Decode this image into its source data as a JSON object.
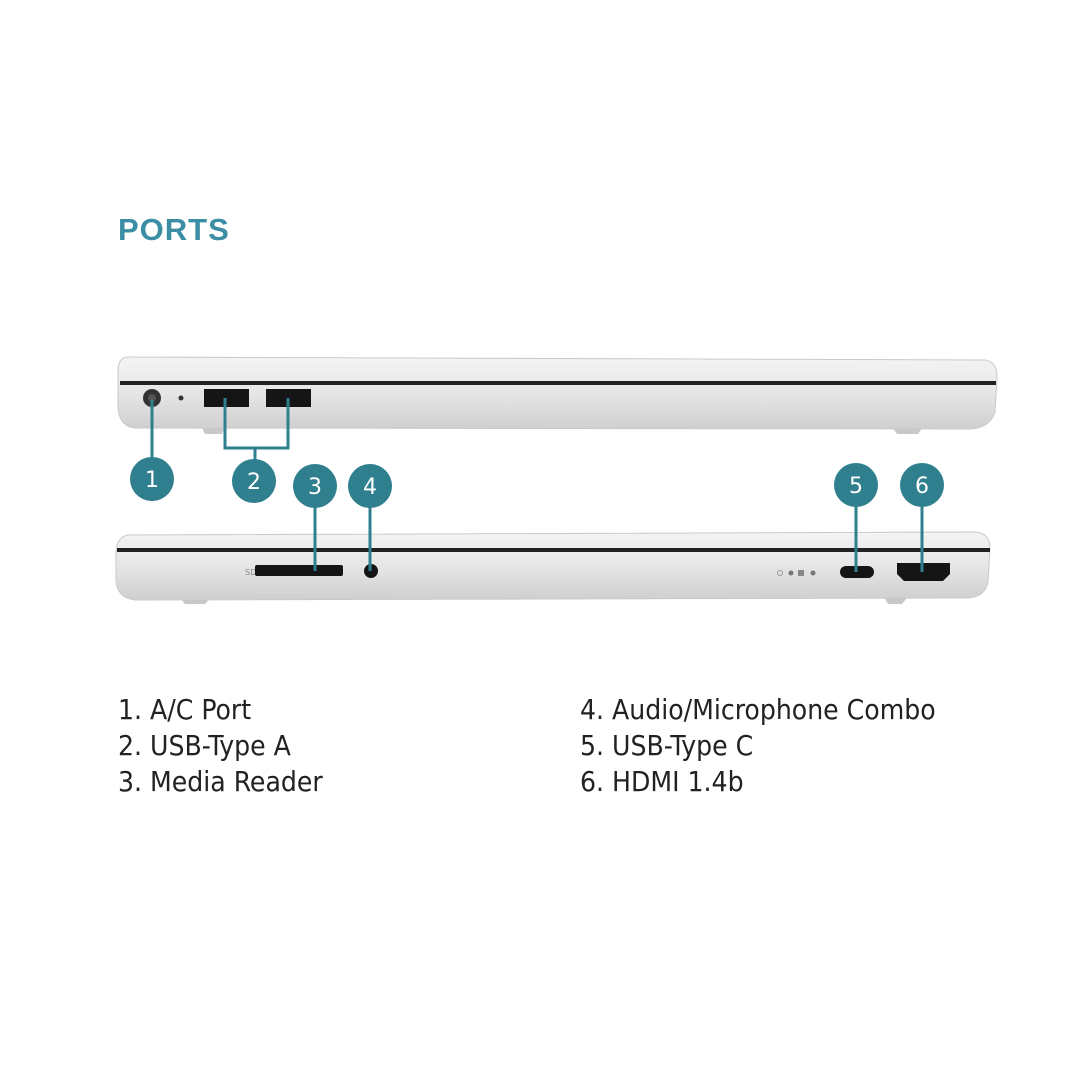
{
  "title": "PORTS",
  "accent_color": "#2f7f8f",
  "callouts": [
    "1",
    "2",
    "3",
    "4",
    "5",
    "6"
  ],
  "ports": [
    {
      "number": "1",
      "label": "1. A/C Port"
    },
    {
      "number": "2",
      "label": "2. USB-Type A"
    },
    {
      "number": "3",
      "label": "3. Media Reader"
    },
    {
      "number": "4",
      "label": "4. Audio/Microphone Combo"
    },
    {
      "number": "5",
      "label": "5. USB-Type C"
    },
    {
      "number": "6",
      "label": "6. HDMI 1.4b"
    }
  ],
  "sd_label": "SD"
}
